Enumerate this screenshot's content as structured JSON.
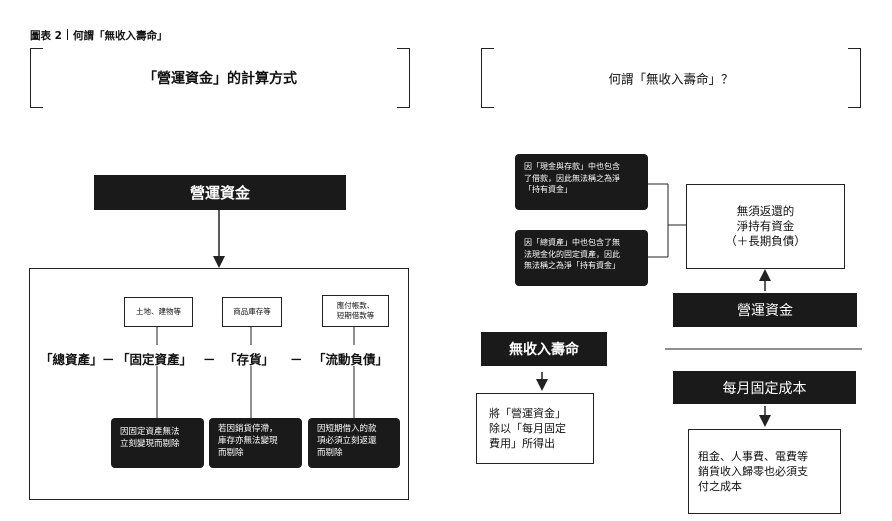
{
  "caption": {
    "figure_no": "圖表 2",
    "title": "何謂「無收入壽命」"
  },
  "left": {
    "heading": "「營運資金」的計算方式",
    "main_block": "營運資金",
    "labels": {
      "fixed_assets_note": "土地、建物等",
      "inventory_note": "商品庫存等",
      "liabilities_note": "應付帳款、\n短期借款等"
    },
    "formula": {
      "total_assets": "「總資產」",
      "minus1": "－",
      "fixed_assets": "「固定資產」",
      "minus2": "－",
      "inventory": "「存貨」",
      "minus3": "－",
      "current_liabilities": "「流動負債」"
    },
    "reasons": {
      "fixed_assets": "因固定資產無法\n立刻變現而剔除",
      "inventory": "若因銷貨停滯，\n庫存亦無法變現\n而剔除",
      "liabilities": "因短期借入的款\n項必須立刻返還\n而剔除"
    }
  },
  "right": {
    "heading": "何謂「無收入壽命」？",
    "note1": "因「現金與存款」中也包含\n了借款，因此無法稱之為淨\n「持有資金」",
    "note2": "因「總資產」中也包含了無\n法現金化的固定資產，因此\n無法稱之為淨「持有資金」",
    "net_funds": "無須返還的\n淨持有資金\n（＋長期負債）",
    "working_capital": "營運資金",
    "no_income_life": "無收入壽命",
    "calc": "將「營運資金」\n除以「每月固定\n費用」所得出",
    "fixed_cost_block": "每月固定成本",
    "fixed_cost_desc": "租金、人事費、電費等\n銷貨收入歸零也必須支\n付之成本"
  }
}
